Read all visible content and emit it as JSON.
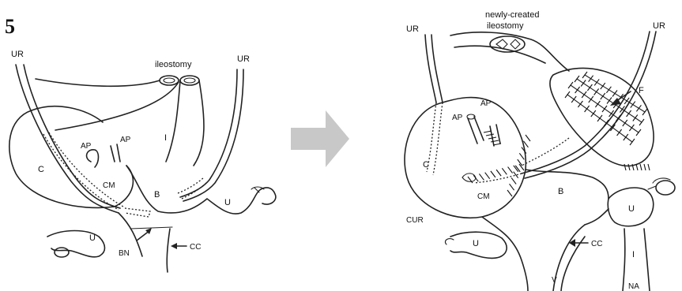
{
  "figure_number": "5",
  "left_panel": {
    "labels": {
      "ur_left": "UR",
      "ur_right": "UR",
      "ileostomy": "ileostomy",
      "c": "C",
      "ap_1": "AP",
      "ap_2": "AP",
      "i": "I",
      "cm": "CM",
      "b": "B",
      "u_left": "U",
      "u_right": "U",
      "bn": "BN",
      "cc": "CC"
    }
  },
  "right_panel": {
    "labels": {
      "newly_created_line1": "newly-created",
      "newly_created_line2": "ileostomy",
      "ur_left": "UR",
      "ur_right": "UR",
      "ap_1": "AP",
      "ap_2": "AP",
      "f": "F",
      "c": "C",
      "cm": "CM",
      "b": "B",
      "cur": "CUR",
      "u_right": "U",
      "u_left": "U",
      "cc": "CC",
      "i": "I",
      "v": "V",
      "na": "NA"
    }
  },
  "colors": {
    "line": "#222222",
    "arrow_fill": "#c8c8c8",
    "background": "#ffffff"
  }
}
